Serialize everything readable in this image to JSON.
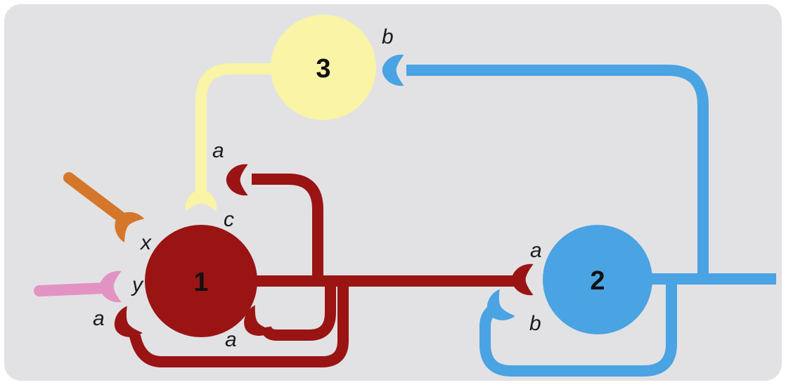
{
  "colors": {
    "background": "#e2e2e4",
    "neuron1": "#9a1414",
    "neuron2": "#4aa3e3",
    "neuron3": "#f9f4a6",
    "input_x": "#d5772b",
    "input_y": "#e393c3"
  },
  "nodes": {
    "n1": {
      "label": "1"
    },
    "n2": {
      "label": "2"
    },
    "n3": {
      "label": "3"
    }
  },
  "synapse_labels": {
    "n3_b": "b",
    "n1_top_a": "a",
    "n1_c": "c",
    "x": "x",
    "y": "y",
    "n1_left_a": "a",
    "n1_bottom_a": "a",
    "n2_a": "a",
    "n2_b": "b"
  }
}
